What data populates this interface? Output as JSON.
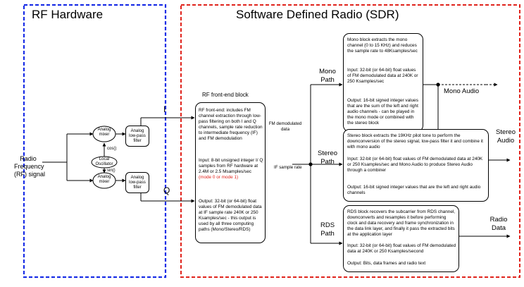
{
  "rf_hardware": {
    "title": "RF Hardware",
    "input_label_1": "Radio",
    "input_label_2": "Frequency",
    "input_label_3": "(RF) signal",
    "mixer_top": [
      "Analog",
      "mixer"
    ],
    "mixer_bottom": [
      "Analog",
      "mixer"
    ],
    "oscillator": [
      "Local",
      "Oscillator"
    ],
    "cos_label": "cos()",
    "sin_label": "sin()",
    "lpf_top": [
      "Analog",
      "low-pass",
      "filter"
    ],
    "lpf_bottom": [
      "Analog",
      "low-pass",
      "filter"
    ],
    "i_label": "I",
    "q_label": "Q"
  },
  "sdr": {
    "title": "Software Defined Radio (SDR)",
    "frontend": {
      "heading": "RF front-end block",
      "desc": "RF front-end: includes FM channel extraction through low-pass filtering on both I and Q channels, sample rate reduction to intermediate frequency (IF) and FM demodulation",
      "input": "Input: 8-bit unsigned integer I/ Q samples from RF hardware at 2.4M or 2.5 Msamples/sec",
      "mode": "(mode 0 or mode 1)",
      "output": "Output: 32-bit (or 64-bit) float values of FM demodulated data at IF sample rate 240K or 250 Ksamples/sec - this output is used by all three computing paths (Mono/Stereo/RDS)"
    },
    "fm_label": [
      "FM demodulated",
      "data"
    ],
    "if_label": "IF sample rate",
    "mono_path": [
      "Mono",
      "Path"
    ],
    "stereo_path": [
      "Stereo",
      "Path"
    ],
    "rds_path": [
      "RDS",
      "Path"
    ],
    "mono_block": {
      "desc": "Mono block extracts the mono channel (0 to 15 KHz) and reduces the sample rate to 48Ksamples/sec",
      "input": "Input: 32-bit (or 64-bit) float values of FM demodulated data at 240K or 250 Ksamples/sec",
      "output": "Output: 16-bit signed integer values that are the sum of the left and right audio channels - can be played in the mono mode or combined with the stereo block"
    },
    "stereo_block": {
      "desc": "Stereo block extracts the 19KHz pilot tone to perform the downconversion of the stereo signal, low-pass filter it and combine it with mono audio",
      "input": "Input: 32-bit (or 64-bit) float values of FM demodulated data at 240K or 250 Ksamples/sec and Mono Audio to produce Stereo Audio through a combiner",
      "output": "Output: 16-bit signed integer values that are the left and right audio channels"
    },
    "rds_block": {
      "desc": "RDS block recovers the subcarrier from RDS channel, downconverts and resamples it before performing clock and data recovery and frame synchronization in the data link layer, and finally it pass the extracted bits at the application layer",
      "input": "Input: 32-bit (or 64-bit) float values of FM demodulated data at 240K or 250 Ksamples/second",
      "output": "Output: Bits, data frames and radio text"
    },
    "mono_audio": "Mono Audio",
    "stereo_audio": [
      "Stereo",
      "Audio"
    ],
    "radio_data": [
      "Radio",
      "Data"
    ]
  },
  "colors": {
    "hw_border": "#1a2ee6",
    "sdr_border": "#e0231c",
    "mode_text": "#e0231c"
  }
}
